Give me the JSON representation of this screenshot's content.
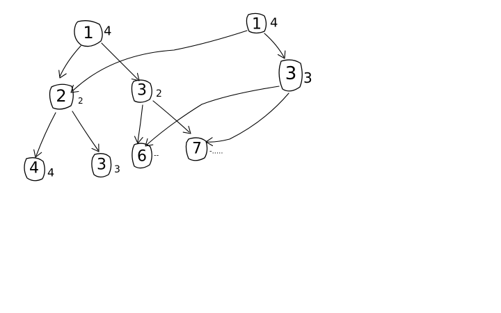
{
  "diagram": {
    "nodes": [
      {
        "id": "a",
        "label": "1",
        "side": "4"
      },
      {
        "id": "b",
        "label": "2",
        "side": "2"
      },
      {
        "id": "c",
        "label": "3",
        "side": "2"
      },
      {
        "id": "d",
        "label": "4",
        "side": "4"
      },
      {
        "id": "e",
        "label": "3",
        "side": "3"
      },
      {
        "id": "f",
        "label": "6",
        "side": "--"
      },
      {
        "id": "g",
        "label": "7",
        "side": "-....."
      },
      {
        "id": "h",
        "label": "1",
        "side": "4"
      },
      {
        "id": "i",
        "label": "3",
        "side": "3"
      }
    ],
    "edges": [
      {
        "from": "a",
        "to": "b"
      },
      {
        "from": "a",
        "to": "c"
      },
      {
        "from": "b",
        "to": "d"
      },
      {
        "from": "b",
        "to": "e"
      },
      {
        "from": "c",
        "to": "f"
      },
      {
        "from": "c",
        "to": "g"
      },
      {
        "from": "h",
        "to": "b"
      },
      {
        "from": "h",
        "to": "i"
      },
      {
        "from": "i",
        "to": "f"
      },
      {
        "from": "i",
        "to": "g"
      }
    ]
  }
}
